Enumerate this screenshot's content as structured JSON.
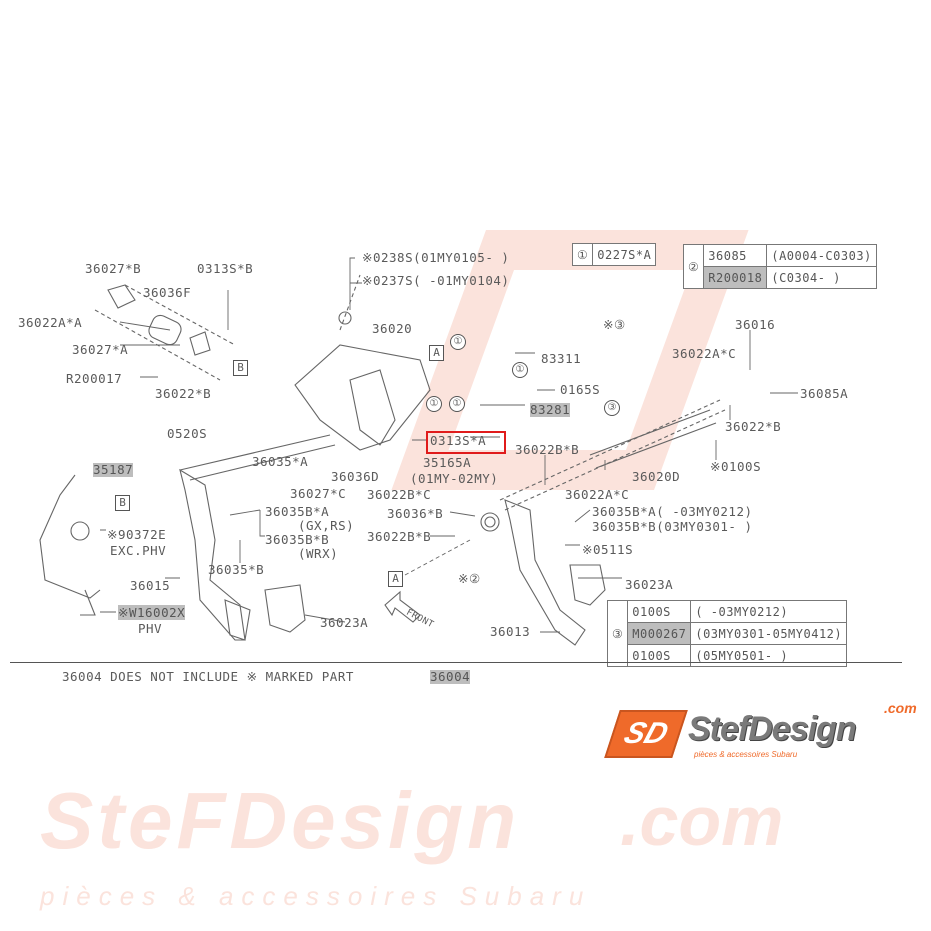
{
  "watermark": {
    "brand": "SteFDesign",
    "domain": ".com",
    "tagline": "pièces & accessoires Subaru"
  },
  "labels": {
    "p36027B": "36027*B",
    "p0313SB": "0313S*B",
    "p36036F": "36036F",
    "p36022AA": "36022A*A",
    "p36027A": "36027*A",
    "pR200017": "R200017",
    "p36022B_top": "36022*B",
    "p0238S": "※0238S(01MY0105-   )",
    "p0237S": "※0237S(    -01MY0104)",
    "p3ref_top": "※③",
    "p36020": "36020",
    "p83311": "83311",
    "p0165S": "0165S",
    "p83281": "83281",
    "p36016": "36016",
    "p36022AC_top": "36022A*C",
    "p36085A": "36085A",
    "p36022B_right": "36022*B",
    "p0100S": "※0100S",
    "p0313SA": "0313S*A",
    "p36022BB_mid": "36022B*B",
    "p35165A": "35165A",
    "p01my02my": "(01MY-02MY)",
    "p36020D": "36020D",
    "p36022AC_mid": "36022A*C",
    "p36036D": "36036D",
    "p36035A": "36035*A",
    "p36027C": "36027*C",
    "p36022BC": "36022B*C",
    "p0520S": "0520S",
    "p35187": "35187",
    "p36035BA_left": "36035B*A",
    "pGXRS": "(GX,RS)",
    "p36035BB_left": "36035B*B",
    "pWRX": "(WRX)",
    "p36036B": "36036*B",
    "p36022BB_low": "36022B*B",
    "p36035BA_right": "36035B*A(     -03MY0212)",
    "p36035BB_right": "36035B*B(03MY0301-     )",
    "p0511S": "※0511S",
    "p90372E": "※90372E",
    "pEXCPHV": "EXC.PHV",
    "p36035B": "36035*B",
    "p36015": "36015",
    "p2ref": "※②",
    "p36023A_right": "36023A",
    "pW16002X": "※W16002X",
    "pPHV": "PHV",
    "p36023A_left": "36023A",
    "pFront": "FRONT",
    "p36013": "36013",
    "note": "36004 DOES NOT INCLUDE ※ MARKED PART",
    "p36004": "36004"
  },
  "markers": {
    "A": "A",
    "B": "B",
    "one": "①",
    "three": "③"
  },
  "table1": {
    "ref": "①",
    "part": "0227S*A"
  },
  "table2": {
    "ref": "②",
    "rows": [
      {
        "part": "36085",
        "range": "(A0004-C0303)"
      },
      {
        "part": "R200018",
        "range": "(C0304-      )"
      }
    ]
  },
  "table3": {
    "ref": "③",
    "rows": [
      {
        "part": "0100S",
        "range": "(            -03MY0212)"
      },
      {
        "part": "M000267",
        "range": "(03MY0301-05MY0412)"
      },
      {
        "part": "0100S",
        "range": "(05MY0501-            )"
      }
    ]
  },
  "logo": {
    "mark": "SD",
    "name": "StefDesign",
    "com": ".com",
    "tagline": "pièces & accessoires Subaru"
  },
  "colors": {
    "highlight": "#e01b1b",
    "brand": "#ef6a2a"
  }
}
